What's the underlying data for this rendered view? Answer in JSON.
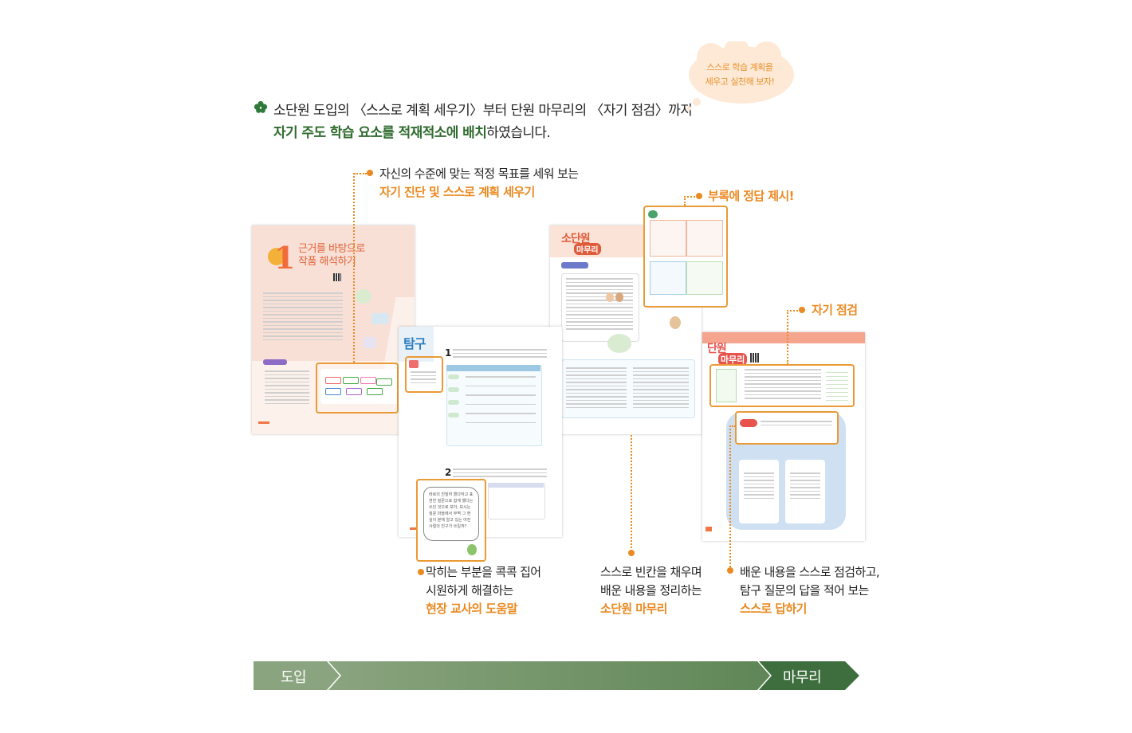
{
  "header": {
    "line1": "소단원 도입의 〈스스로 계획 세우기〉부터 단원 마무리의 〈자기 점검〉까지",
    "line2_bold": "자기 주도 학습 요소를 적재적소에 배치",
    "line2_rest": "하였습니다."
  },
  "cloud": {
    "line1": "스스로 학습 계획을",
    "line2": "세우고 실천해 보자!"
  },
  "callouts": {
    "goal": {
      "text": "자신의 수준에 맞는 적정 목표를 세워 보는",
      "highlight": "자기 진단 및 스스로 계획 세우기"
    },
    "answer": {
      "highlight": "부록에 정답 제시!"
    },
    "self_check": {
      "highlight": "자기 점검"
    },
    "teacher": {
      "line1": "막히는 부분을 콕콕 집어",
      "line2": "시원하게 해결하는",
      "highlight": "현장 교사의 도움말"
    },
    "summary": {
      "line1": "스스로 빈칸을 채우며",
      "line2": "배운 내용을 정리하는",
      "highlight": "소단원 마무리"
    },
    "inquiry": {
      "line1": "배운 내용을 스스로 점검하고,",
      "line2": "탐구 질문의 답을 적어 보는",
      "highlight": "스스로 답하기"
    }
  },
  "pages": {
    "lesson": {
      "number": "1",
      "title_line1": "근거를 바탕으로",
      "title_line2": "작품 해석하기"
    },
    "inquiry": {
      "title": "탐구"
    },
    "subunit": {
      "title_a": "소단원",
      "title_b": "마무리"
    },
    "unit": {
      "title_a": "단원",
      "title_b": "마무리"
    },
    "teacher_note": "바로의 친밀하 했다하고 표현한 질문으로 합계 했다는 쓰인 것으로 보아, 보시는 질문 마을에서 부쩍 그 현실이 분에 알고 있는 어진 사절의 친구가 쓰일까?"
  },
  "progress": {
    "start": "도입",
    "end": "마무리"
  },
  "colors": {
    "accent": "#ea8a22",
    "green_dark": "#2f6b2f",
    "arrow_light": "#8aa47f",
    "arrow_mid": "#6f8e65",
    "arrow_dark": "#3e6e3e"
  }
}
